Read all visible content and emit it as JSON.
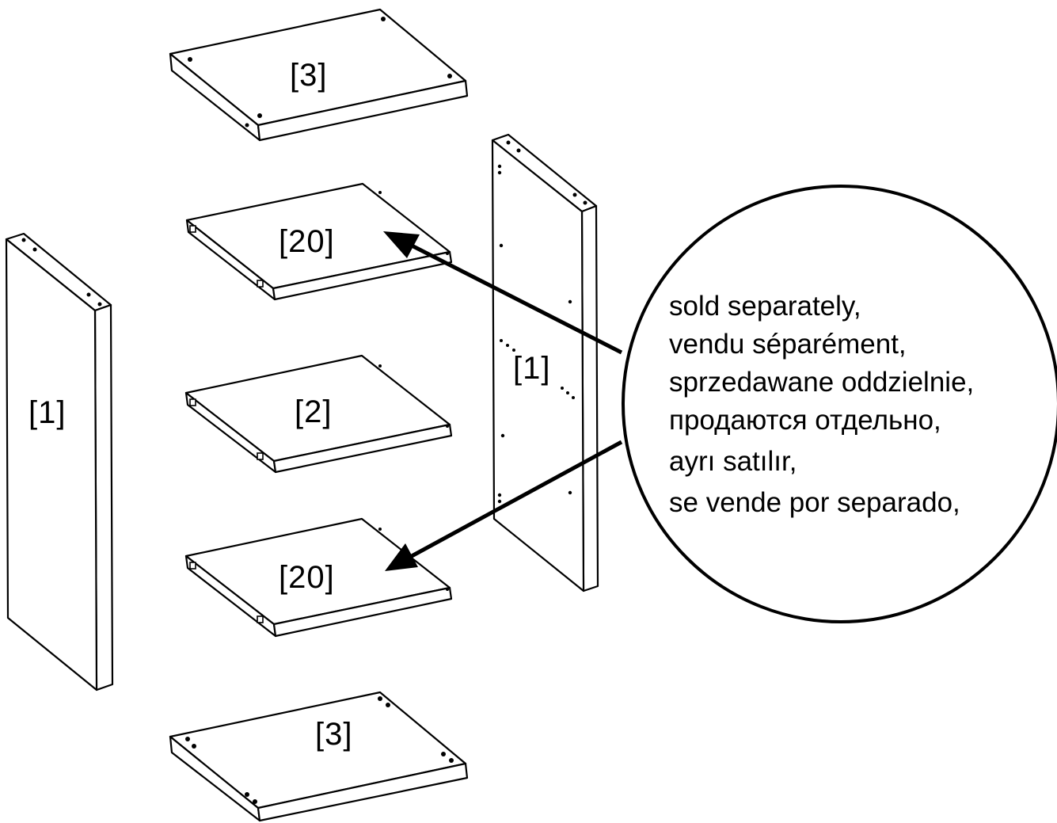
{
  "parts": {
    "left_side": "[1]",
    "right_side": "[1]",
    "top_board": "[3]",
    "bottom_board": "[3]",
    "upper_shelf": "[20]",
    "middle_shelf": "[2]",
    "lower_shelf": "[20]"
  },
  "callout": {
    "lines": [
      "sold separately,",
      "vendu séparément,",
      "sprzedawane oddzielnie,",
      "продаются отдельно,",
      "ayrı satılır,",
      "se vende por separado,"
    ]
  }
}
